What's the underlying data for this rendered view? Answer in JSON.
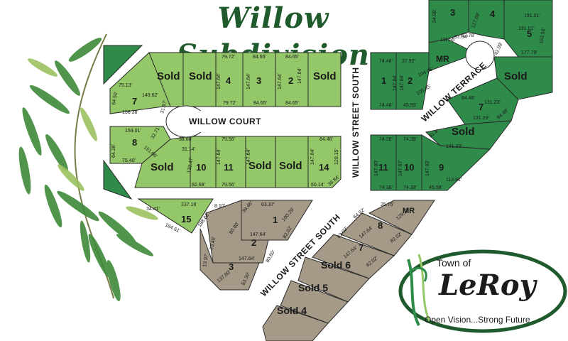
{
  "title": "Willow Subdivision",
  "colors": {
    "light_lot": "#93c767",
    "dark_lot": "#2e8b4a",
    "gray_lot": "#a59a88",
    "lot_outline": "#2a2a2a",
    "accent": "#1f5a2c"
  },
  "streets": {
    "willow_court": "WILLOW COURT",
    "willow_street_south_upper": "WILLOW STREET SOUTH",
    "willow_street_south_lower": "WILLOW STREET SOUTH",
    "willow_terrace": "WILLOW TERRACE"
  },
  "lots": {
    "light_top": [
      "7",
      "Sold",
      "Sold",
      "4",
      "3",
      "2",
      "Sold"
    ],
    "light_bottom": [
      "8",
      "Sold",
      "10",
      "11",
      "Sold",
      "Sold",
      "14"
    ],
    "light_15": "15",
    "dark_top": [
      "3",
      "MR",
      "4",
      "5",
      "Sold"
    ],
    "dark_mid": [
      "1",
      "2",
      "7",
      "Sold"
    ],
    "dark_bottom": [
      "11",
      "10",
      "9"
    ],
    "gray": [
      "1",
      "2",
      "3",
      "MR",
      "8",
      "7",
      "Sold 6",
      "Sold 5",
      "Sold 4"
    ]
  },
  "dims": {
    "t1": "79.72'",
    "t2": "84.65'",
    "t3": "84.65'",
    "t4": "147.64'",
    "t5": "147.64'",
    "t6": "147.64'",
    "t7": "147.64'",
    "t8": "79.72'",
    "t9": "84.65'",
    "t10": "84.65'",
    "l7a": "75.13'",
    "l7b": "149.62'",
    "l7c": "64.50'",
    "l7d": "158.38'",
    "l7e": "31.97'",
    "l8a": "159.01'",
    "l8b": "32.71'",
    "l8c": "64.28'",
    "l8d": "151.06'",
    "l8e": "75.40'",
    "b1": "38.60'",
    "b2": "79.56'",
    "b3": "84.46'",
    "b4": "120.15'",
    "b5": "31.14'",
    "b6": "133.47'",
    "b7": "147.64'",
    "b8": "147.64'",
    "b9": "147.64'",
    "b10": "82.68'",
    "b11": "79.56'",
    "b12": "60.14'",
    "b13": "36.84'",
    "l15a": "237.16'",
    "l15b": "8.10'",
    "l15c": "34.41'",
    "l15d": "188.82'",
    "l15e": "184.61'",
    "d1": "74.48'",
    "d2": "37.92'",
    "d3": "104.05'",
    "d4": "147.64'",
    "d5": "147.64'",
    "d6": "105.45'",
    "d7": "74.48'",
    "d8": "45.93'",
    "d9": "94.88'",
    "d10": "111.55'",
    "d11": "31.04'",
    "d12": "127.89'",
    "d13": "62.78'",
    "d14": "191.01'",
    "d15": "191.01'",
    "d16": "163.56'",
    "d17": "42.09'",
    "d18": "177.79'",
    "d19": "84.48'",
    "d20": "131.23'",
    "d21": "131.23'",
    "d22": "84.48'",
    "d23": "31.4'",
    "d24": "131.23'",
    "d25": "112.91'",
    "d26": "74.38'",
    "d27": "74.38'",
    "d28": "147.80'",
    "d29": "147.67'",
    "d30": "147.83'",
    "d31": "74.38'",
    "d32": "74.38'",
    "d33": "45.58'",
    "g1": "39.46'",
    "g2": "63.37'",
    "g3": "100.29'",
    "g4": "147.64'",
    "g5": "82.02'",
    "g6": "80.80'",
    "g7": "73.40'",
    "g8": "147.64'",
    "g9": "80.80'",
    "g10": "13.97'",
    "g11": "137.80'",
    "g12": "83.30'",
    "g13": "25.75'",
    "g14": "64.92'",
    "g15": "129.23'",
    "g16": "82.02'",
    "g17": "147.64'",
    "g18": "82.02'",
    "g19": "147.64'",
    "g20": "82.02'"
  },
  "logo": {
    "town_of": "Town of",
    "name": "LeRoy",
    "tagline": "Open Vision...Strong Future"
  }
}
